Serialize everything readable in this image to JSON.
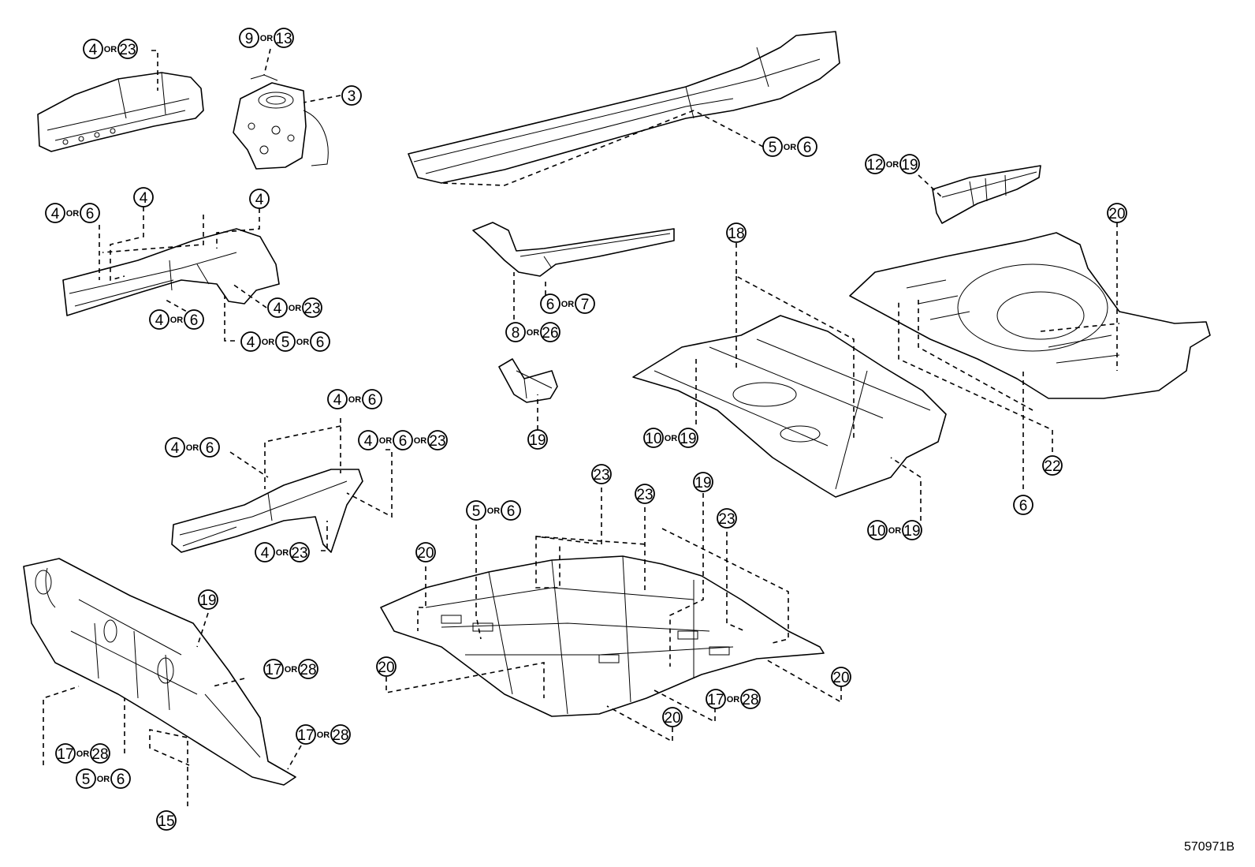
{
  "figure_code": "570971B",
  "or_word": "OR",
  "callouts": [
    {
      "id": "c1",
      "nums": [
        "4",
        "23"
      ]
    },
    {
      "id": "c2",
      "nums": [
        "9",
        "13"
      ]
    },
    {
      "id": "c3",
      "nums": [
        "3"
      ]
    },
    {
      "id": "c4",
      "nums": [
        "5",
        "6"
      ]
    },
    {
      "id": "c5",
      "nums": [
        "12",
        "19"
      ]
    },
    {
      "id": "c6",
      "nums": [
        "4",
        "6"
      ]
    },
    {
      "id": "c7",
      "nums": [
        "4"
      ]
    },
    {
      "id": "c8",
      "nums": [
        "4"
      ]
    },
    {
      "id": "c9",
      "nums": [
        "4",
        "23"
      ]
    },
    {
      "id": "c10",
      "nums": [
        "4",
        "6"
      ]
    },
    {
      "id": "c11",
      "nums": [
        "4",
        "5",
        "6"
      ]
    },
    {
      "id": "c12",
      "nums": [
        "6",
        "7"
      ]
    },
    {
      "id": "c13",
      "nums": [
        "8",
        "26"
      ]
    },
    {
      "id": "c14",
      "nums": [
        "18"
      ]
    },
    {
      "id": "c15",
      "nums": [
        "20"
      ]
    },
    {
      "id": "c16",
      "nums": [
        "19"
      ]
    },
    {
      "id": "c17",
      "nums": [
        "10",
        "19"
      ]
    },
    {
      "id": "c18",
      "nums": [
        "22"
      ]
    },
    {
      "id": "c19",
      "nums": [
        "6"
      ]
    },
    {
      "id": "c20",
      "nums": [
        "10",
        "19"
      ]
    },
    {
      "id": "c21",
      "nums": [
        "4",
        "6"
      ]
    },
    {
      "id": "c22",
      "nums": [
        "4",
        "6"
      ]
    },
    {
      "id": "c23",
      "nums": [
        "4",
        "6",
        "23"
      ]
    },
    {
      "id": "c24",
      "nums": [
        "4",
        "23"
      ]
    },
    {
      "id": "c25",
      "nums": [
        "20"
      ]
    },
    {
      "id": "c26",
      "nums": [
        "5",
        "6"
      ]
    },
    {
      "id": "c27",
      "nums": [
        "23"
      ]
    },
    {
      "id": "c28",
      "nums": [
        "19"
      ]
    },
    {
      "id": "c29",
      "nums": [
        "23"
      ]
    },
    {
      "id": "c30",
      "nums": [
        "20"
      ]
    },
    {
      "id": "c31",
      "nums": [
        "19"
      ]
    },
    {
      "id": "c32",
      "nums": [
        "17",
        "28"
      ]
    },
    {
      "id": "c33",
      "nums": [
        "23"
      ]
    },
    {
      "id": "c34",
      "nums": [
        "17",
        "28"
      ]
    },
    {
      "id": "c35",
      "nums": [
        "20"
      ]
    },
    {
      "id": "c36",
      "nums": [
        "20"
      ]
    },
    {
      "id": "c37",
      "nums": [
        "17",
        "28"
      ]
    },
    {
      "id": "c38",
      "nums": [
        "17",
        "28"
      ]
    },
    {
      "id": "c39",
      "nums": [
        "5",
        "6"
      ]
    },
    {
      "id": "c40",
      "nums": [
        "15"
      ]
    }
  ]
}
